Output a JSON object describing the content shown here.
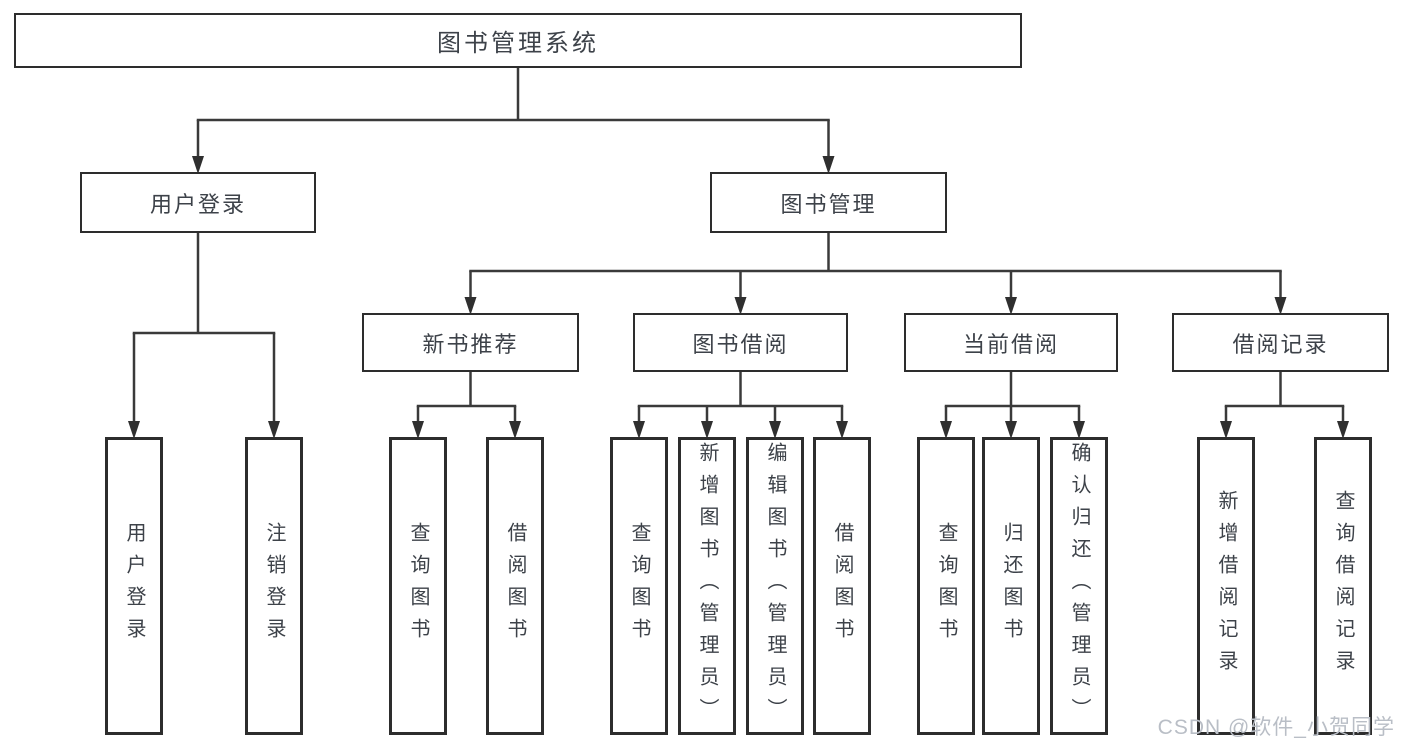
{
  "diagram": {
    "type": "hierarchy-tree",
    "title": "图书管理系统"
  },
  "colors": {
    "background": "#ffffff",
    "box_border": "#2d2d2d",
    "connector_line": "#3a3a3a",
    "arrowhead": "#2f2f2f",
    "text": "#3d4249",
    "watermark": "#b9bec6"
  },
  "nodes": [
    {
      "id": "root",
      "label": "图书管理系统",
      "parent": null
    },
    {
      "id": "user-login",
      "label": "用户登录",
      "parent": "root"
    },
    {
      "id": "book-mgmt",
      "label": "图书管理",
      "parent": "root"
    },
    {
      "id": "new-book-rec",
      "label": "新书推荐",
      "parent": "book-mgmt"
    },
    {
      "id": "book-borrow",
      "label": "图书借阅",
      "parent": "book-mgmt"
    },
    {
      "id": "current-borrow",
      "label": "当前借阅",
      "parent": "book-mgmt"
    },
    {
      "id": "borrow-records",
      "label": "借阅记录",
      "parent": "book-mgmt"
    },
    {
      "id": "leaf-user-login",
      "label": "用户登录",
      "parent": "user-login"
    },
    {
      "id": "leaf-logout",
      "label": "注销登录",
      "parent": "user-login"
    },
    {
      "id": "leaf-query-books-1",
      "label": "查询图书",
      "parent": "new-book-rec"
    },
    {
      "id": "leaf-borrow-books-1",
      "label": "借阅图书",
      "parent": "new-book-rec"
    },
    {
      "id": "leaf-query-books-2",
      "label": "查询图书",
      "parent": "book-borrow"
    },
    {
      "id": "leaf-add-books",
      "label": "新增图书（管理员）",
      "parent": "book-borrow"
    },
    {
      "id": "leaf-edit-books",
      "label": "编辑图书（管理员）",
      "parent": "book-borrow"
    },
    {
      "id": "leaf-borrow-books-2",
      "label": "借阅图书",
      "parent": "book-borrow"
    },
    {
      "id": "leaf-query-books-3",
      "label": "查询图书",
      "parent": "current-borrow"
    },
    {
      "id": "leaf-return-books",
      "label": "归还图书",
      "parent": "current-borrow"
    },
    {
      "id": "leaf-confirm-return",
      "label": "确认归还（管理员）",
      "parent": "current-borrow"
    },
    {
      "id": "leaf-add-borrow-record",
      "label": "新增借阅记录",
      "parent": "borrow-records"
    },
    {
      "id": "leaf-query-borrow-record",
      "label": "查询借阅记录",
      "parent": "borrow-records"
    }
  ],
  "watermark": {
    "text": "CSDN @软件_小贺同学"
  }
}
